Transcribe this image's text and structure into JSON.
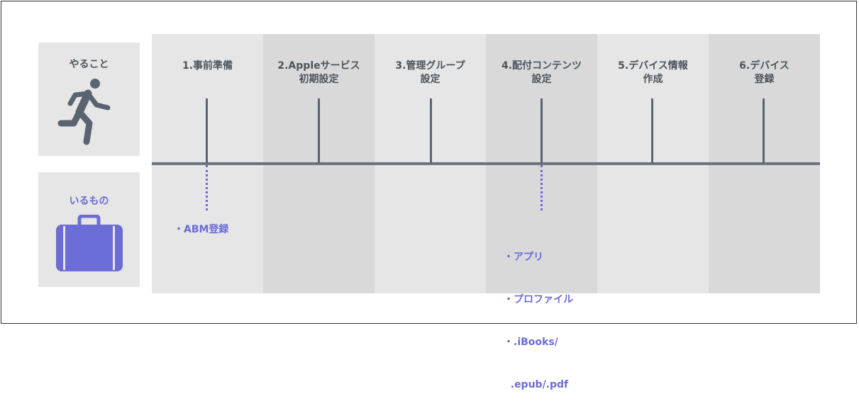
{
  "sidebar": {
    "todo_label": "やること",
    "need_label": "いるもの",
    "todo_icon": "running-person-icon",
    "need_icon": "briefcase-icon"
  },
  "steps": [
    {
      "title": "1.事前準備"
    },
    {
      "title": "2.Appleサービス\n初期設定"
    },
    {
      "title": "3.管理グループ\n設定"
    },
    {
      "title": "4.配付コンテンツ\n設定"
    },
    {
      "title": "5.デバイス情報\n作成"
    },
    {
      "title": "6.デバイス\n登録"
    }
  ],
  "requirements": {
    "step1": [
      "・ABM登録"
    ],
    "step4": [
      "・アプリ",
      "・プロファイル",
      "・.iBooks/",
      "  .epub/.pdf"
    ]
  },
  "colors": {
    "panel_light": "#e6e6e6",
    "panel_dark": "#d9d9d9",
    "text_gray": "#4d545c",
    "accent_purple": "#6c6cd6",
    "axis_gray": "#6b7480"
  }
}
